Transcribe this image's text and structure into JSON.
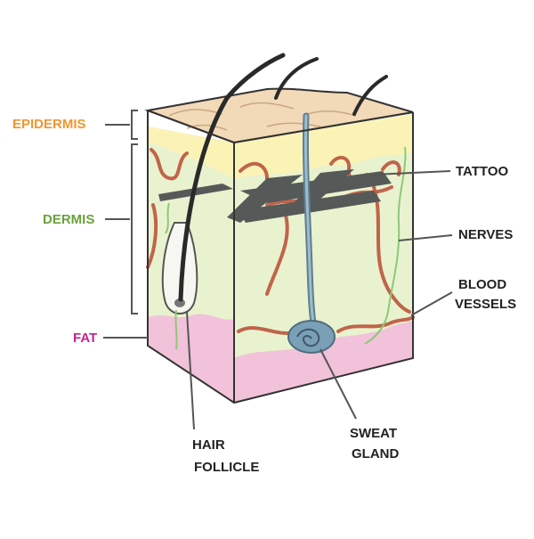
{
  "labels": {
    "epidermis": "EPIDERMIS",
    "dermis": "DERMIS",
    "fat": "FAT",
    "tattoo": "TATTOO",
    "nerves": "NERVES",
    "blood_line1": "BLOOD",
    "blood_line2": "VESSELS",
    "hair_line1": "HAIR",
    "hair_line2": "FOLLICLE",
    "sweat_line1": "SWEAT",
    "sweat_line2": "GLAND"
  },
  "colors": {
    "epidermis_label": "#f0962e",
    "dermis_label": "#6aa13a",
    "fat_label": "#c2248f",
    "text_dark": "#222222",
    "skin_surface": "#f2d9b8",
    "epidermis_layer": "#fbf3b6",
    "dermis_layer": "#e9f2cf",
    "fat_layer": "#f1c2d9",
    "blood_vessel": "#c0644a",
    "nerve": "#8cc87a",
    "tattoo_ink": "#555a58",
    "sweat_gland": "#7aa0b8",
    "hair": "#2a2a2a",
    "outline": "#333333"
  }
}
